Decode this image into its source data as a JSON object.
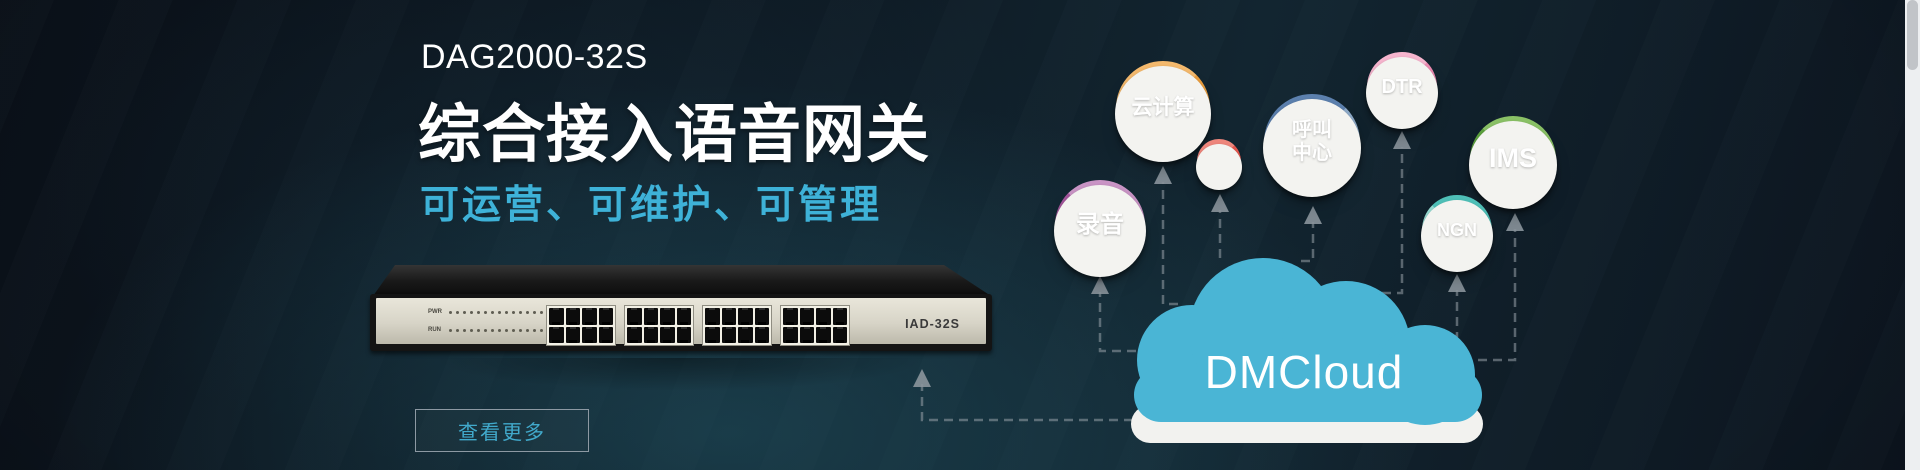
{
  "hero": {
    "model": "DAG2000-32S",
    "title": "综合接入语音网关",
    "subtitle": "可运营、可维护、可管理",
    "more_button": "查看更多"
  },
  "colors": {
    "subtitle": "#3eb2d8",
    "button_text": "#41a9cb",
    "button_border": "#8d99a3",
    "cloud": "#4ab5d5",
    "connector": "#97a1a8",
    "scrollbar_track": "#edeff1",
    "scrollbar_thumb": "#c1c4c8"
  },
  "device": {
    "model_label": "IAD-32S",
    "led_labels": [
      "PWR",
      "RUN"
    ],
    "led_count_per_row": 16,
    "port_groups": 4,
    "ports_per_group": 8
  },
  "diagram": {
    "cloud_label": "DMCloud",
    "nodes": [
      {
        "id": "recording",
        "label": "录音",
        "color": "#a4569c",
        "color_light": "#c994c5"
      },
      {
        "id": "cloud-computing",
        "label": "云计算",
        "color": "#ed9f3e",
        "color_light": "#f4b96d"
      },
      {
        "id": "dot",
        "label": "",
        "color": "#e4574e",
        "color_light": "#ee867c"
      },
      {
        "id": "call-center",
        "label": "呼叫中心",
        "color": "#5c80ae",
        "color_light": "#8fabc9"
      },
      {
        "id": "dtr",
        "label": "DTR",
        "color": "#ef8cb3",
        "color_light": "#f6b5ce"
      },
      {
        "id": "ims",
        "label": "IMS",
        "color": "#5da23e",
        "color_light": "#8ac166"
      },
      {
        "id": "ngn",
        "label": "NGN",
        "color": "#4fc0b8",
        "color_light": "#97dbd2"
      }
    ]
  }
}
